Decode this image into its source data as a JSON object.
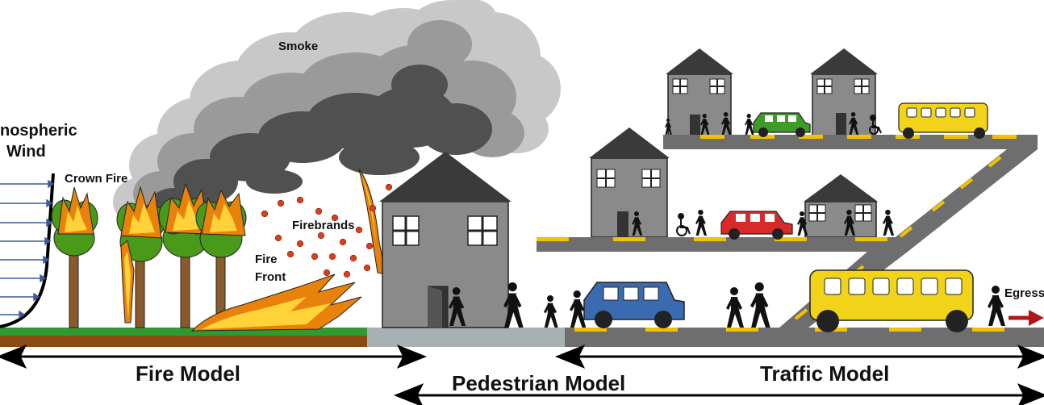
{
  "labels": {
    "atmospheric_wind_line1": "nospheric",
    "atmospheric_wind_line2": "Wind",
    "crown_fire": "Crown Fire",
    "smoke": "Smoke",
    "firebrands": "Firebrands",
    "fire_front_line1": "Fire",
    "fire_front_line2": "Front",
    "egress": "Egress"
  },
  "models": {
    "fire": "Fire Model",
    "pedestrian": "Pedestrian Model",
    "traffic": "Traffic Model"
  },
  "colors": {
    "smoke_light": "#c8c8c8",
    "smoke_mid": "#9a9a9a",
    "smoke_dark": "#505050",
    "house": "#8a8a8a",
    "roof": "#3a3a3a",
    "road": "#6e6e6e",
    "lane_mark": "#f2c200",
    "grass": "#2f9a2f",
    "soil": "#8a4a12",
    "sidewalk": "#a8b0b4",
    "flame_outer": "#e8820a",
    "flame_inner": "#ffd23a",
    "leaves": "#4a9a1a",
    "trunk": "#8a5a2a",
    "car_blue": "#3a6ab0",
    "car_red": "#d92a2a",
    "car_green": "#3f9a2a",
    "bus_yellow": "#f1d31a",
    "egress_arrow": "#b01818",
    "firebrand": "#d8401c"
  }
}
